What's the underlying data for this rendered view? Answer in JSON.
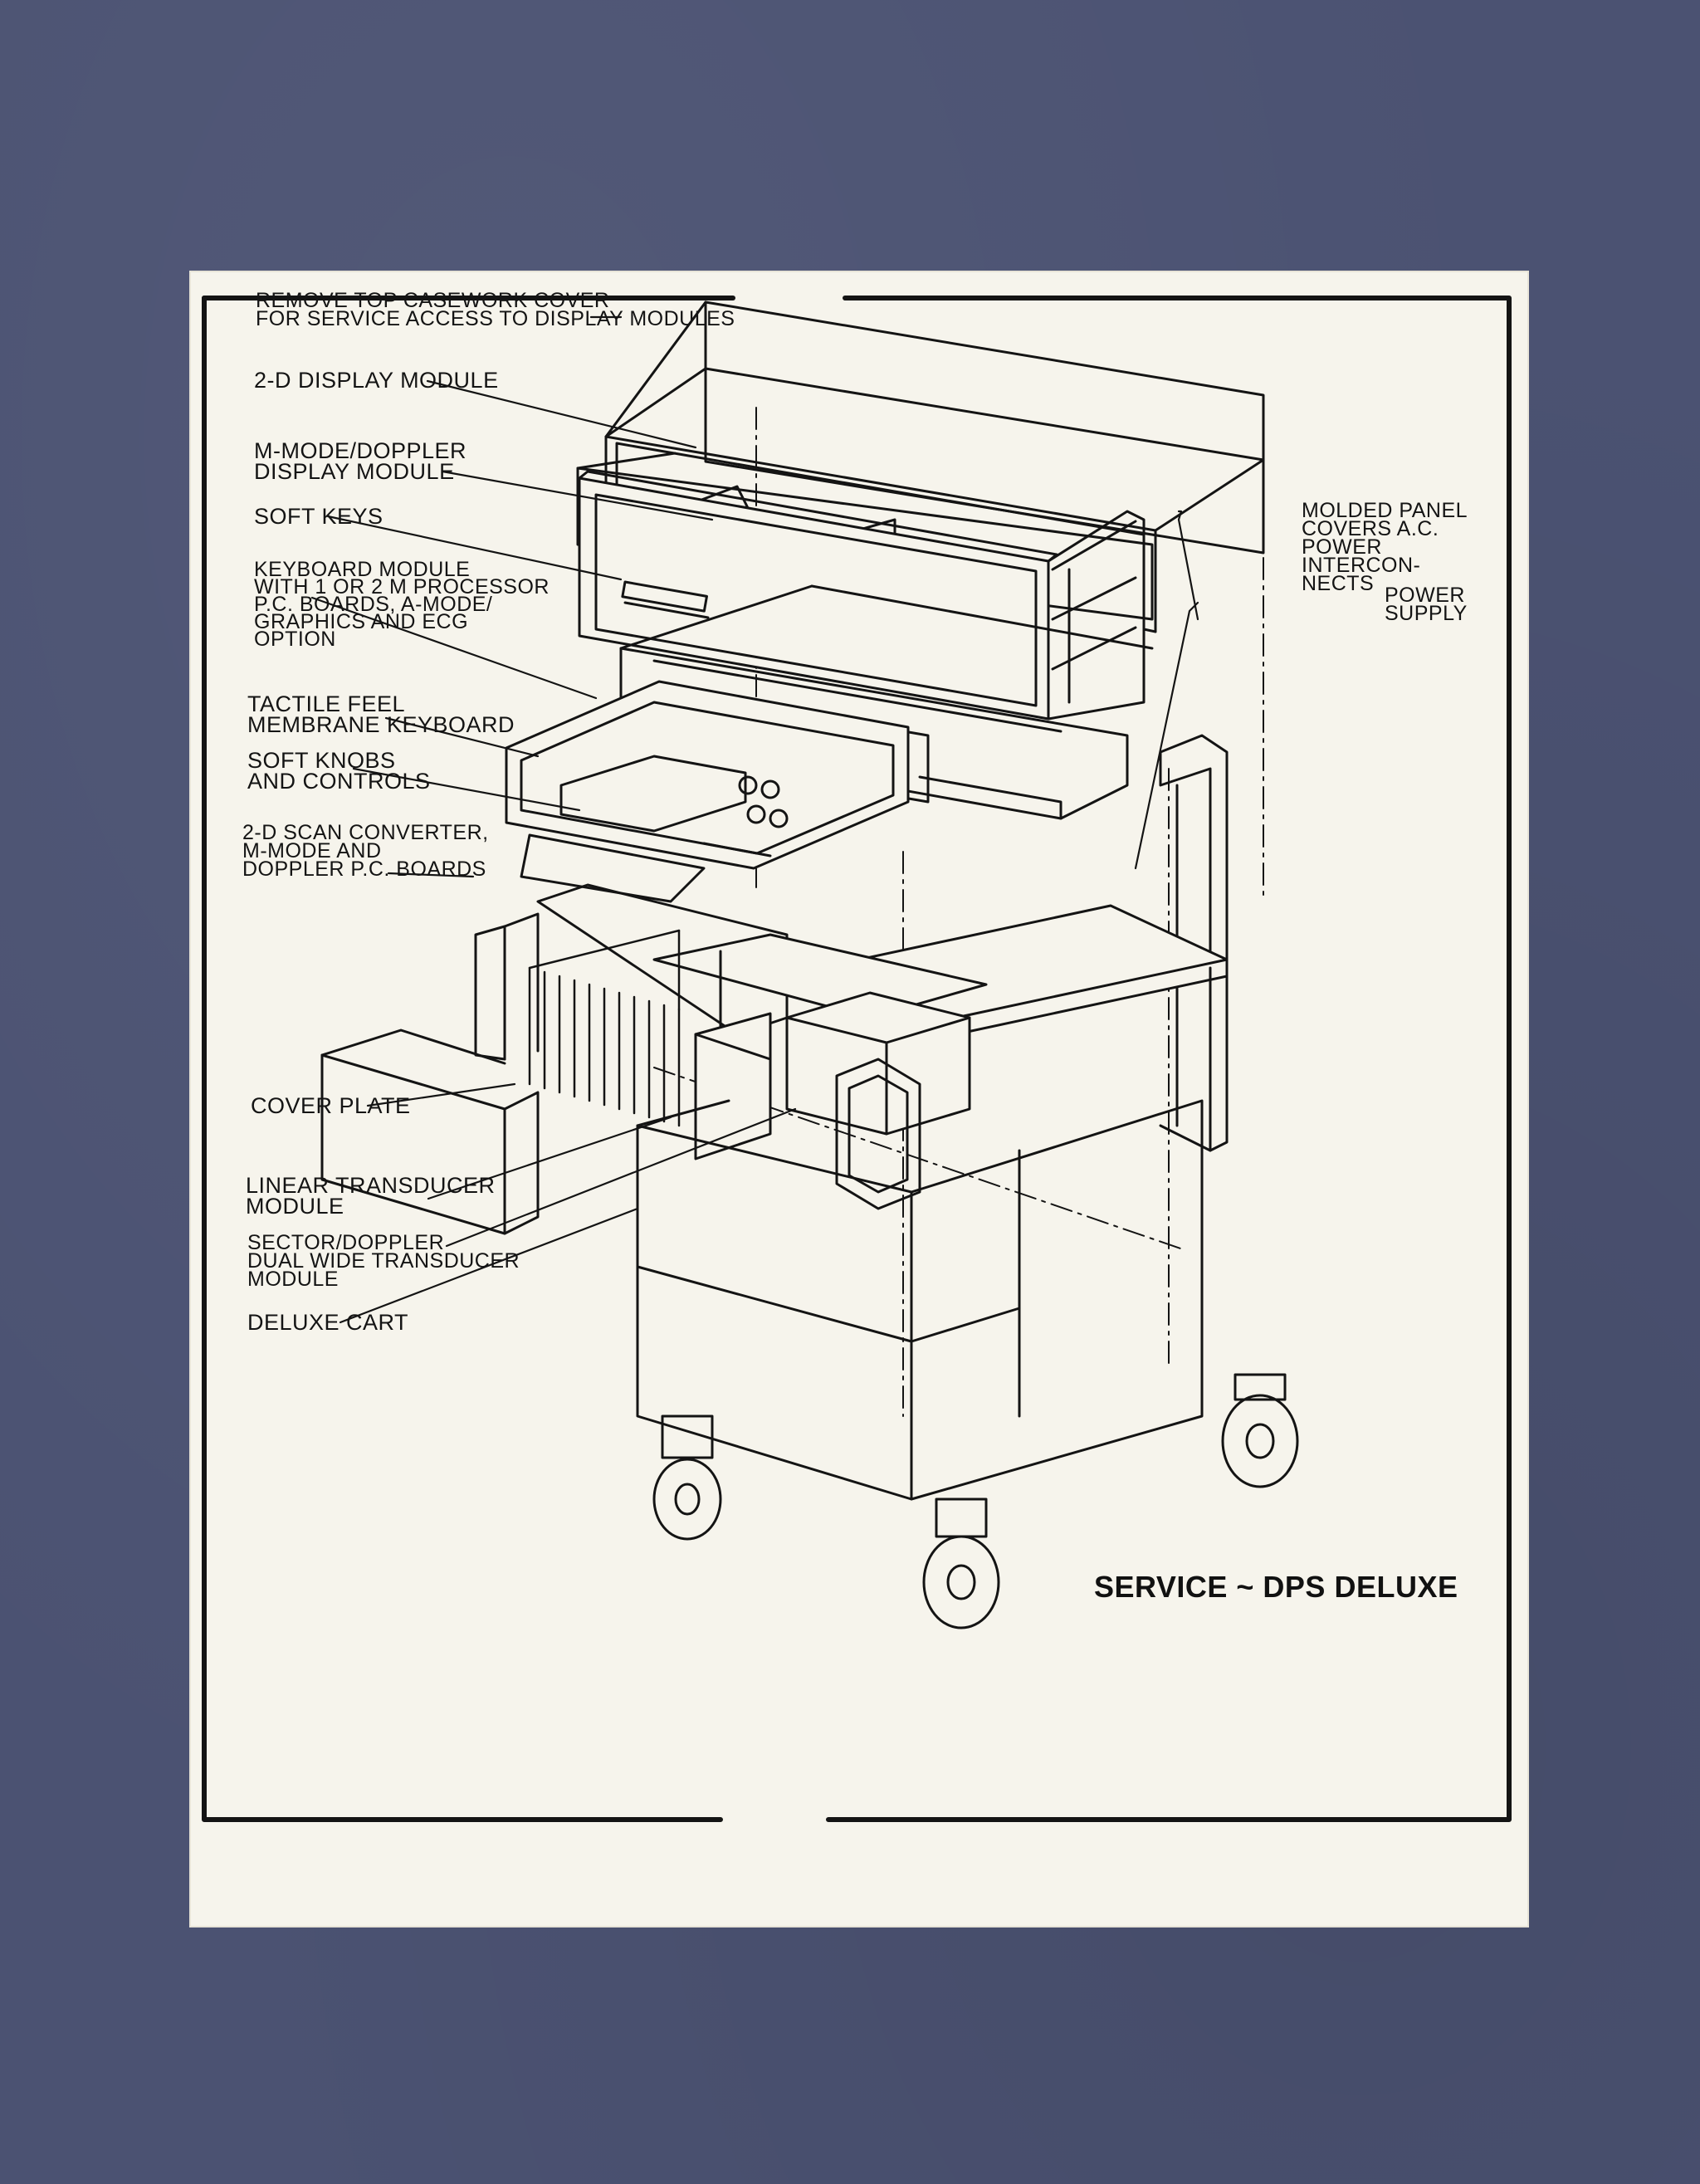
{
  "title": "SERVICE ~ DPS DELUXE",
  "labels": {
    "remove_cover": "REMOVE TOP CASEWORK COVER\nFOR SERVICE ACCESS TO DISPLAY MODULES",
    "display_2d": "2-D DISPLAY MODULE",
    "mmode_doppler_display": "M-MODE/DOPPLER\nDISPLAY MODULE",
    "soft_keys": "SOFT KEYS",
    "keyboard_module": "KEYBOARD MODULE\nWITH 1 OR 2 µ PROCESSOR\nP.C. BOARDS, A-MODE/\nGRAPHICS AND ECG\nOPTION",
    "molded_panel": "MOLDED PANEL\nCOVERS A.C.\nPOWER\nINTERCON-\nNECTS",
    "power_supply": "POWER\nSUPPLY",
    "tactile_keyboard": "TACTILE FEEL\nMEMBRANE KEYBOARD",
    "soft_knobs": "SOFT KNOBS\nAND CONTROLS",
    "scan_converter": "2-D SCAN CONVERTER,\nM-MODE AND\nDOPPLER P.C. BOARDS",
    "cover_plate": "COVER PLATE",
    "linear_transducer": "LINEAR TRANSDUCER\nMODULE",
    "sector_doppler": "SECTOR/DOPPLER\nDUAL WIDE TRANSDUCER\nMODULE",
    "deluxe_cart": "DELUXE CART"
  },
  "colors": {
    "mat": "#4b5272",
    "paper": "#f6f4ec",
    "ink": "#141414"
  }
}
